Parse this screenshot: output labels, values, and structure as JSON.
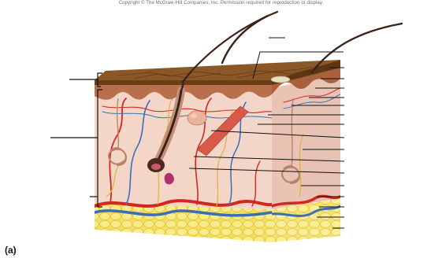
{
  "copyright": "Copyright © The McGraw-Hill Companies, Inc. Permission required for reproduction or display.",
  "panel_label": "(a)",
  "colors": {
    "surface": "#8a5524",
    "surface_dark": "#5e3612",
    "epidermis": "#b5704a",
    "dermis": "#f3d4c6",
    "subcutaneous": "#f0dc58",
    "artery": "#d3271f",
    "vein": "#3a6fb8",
    "nerve": "#e0b23a",
    "leader": "#111111"
  },
  "icons": [
    "hair-shaft",
    "hair-follicle",
    "sweat-gland",
    "sebaceous-gland",
    "arrector-pili-muscle",
    "blood-vessel",
    "nerve"
  ]
}
